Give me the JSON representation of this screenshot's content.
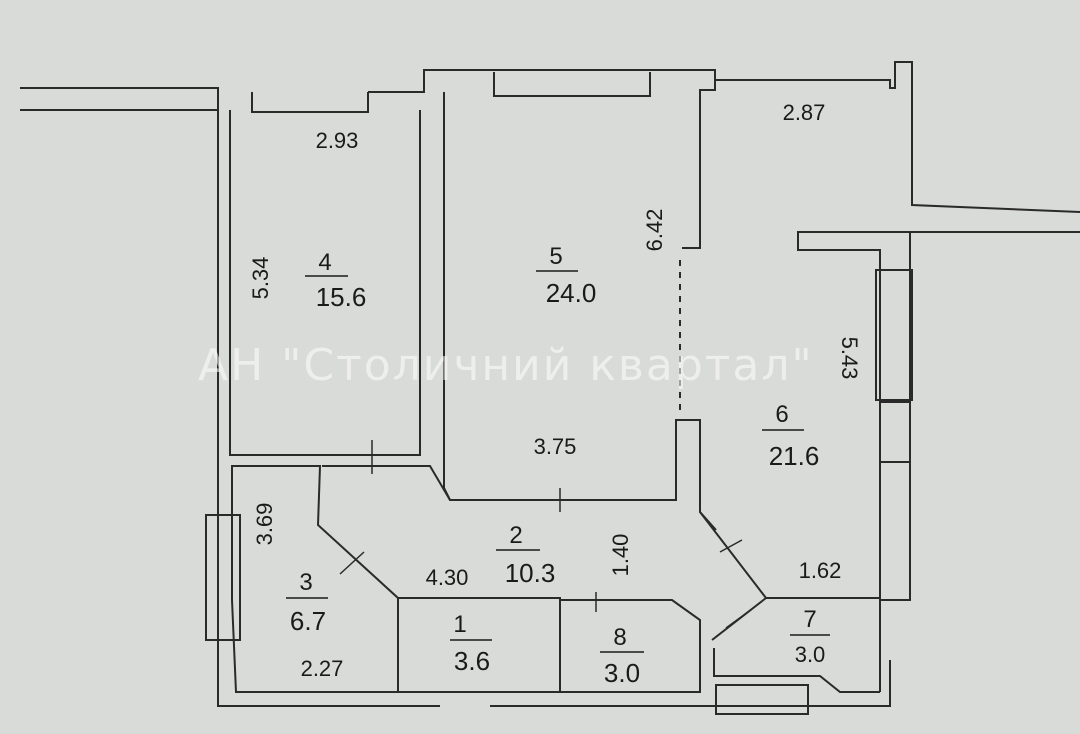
{
  "watermark": "АН \"Столичний квартал\"",
  "rooms": [
    {
      "id": "r4",
      "number": "4",
      "area": "15.6"
    },
    {
      "id": "r5",
      "number": "5",
      "area": "24.0"
    },
    {
      "id": "r6",
      "number": "6",
      "area": "21.6"
    },
    {
      "id": "r3",
      "number": "3",
      "area": "6.7"
    },
    {
      "id": "r2",
      "number": "2",
      "area": "10.3"
    },
    {
      "id": "r1",
      "number": "1",
      "area": "3.6"
    },
    {
      "id": "r8",
      "number": "8",
      "area": "3.0"
    },
    {
      "id": "r7",
      "number": "7",
      "area": "3.0"
    }
  ],
  "dimensions": {
    "room4_width": "2.93",
    "room4_length": "5.34",
    "room5_length": "6.42",
    "room5_width": "3.75",
    "room6_width": "2.87",
    "room6_length": "5.43",
    "room6_bottom": "1.62",
    "room3_length": "3.69",
    "room3_width": "2.27",
    "hall_length": "4.30",
    "hall_width": "1.40"
  }
}
